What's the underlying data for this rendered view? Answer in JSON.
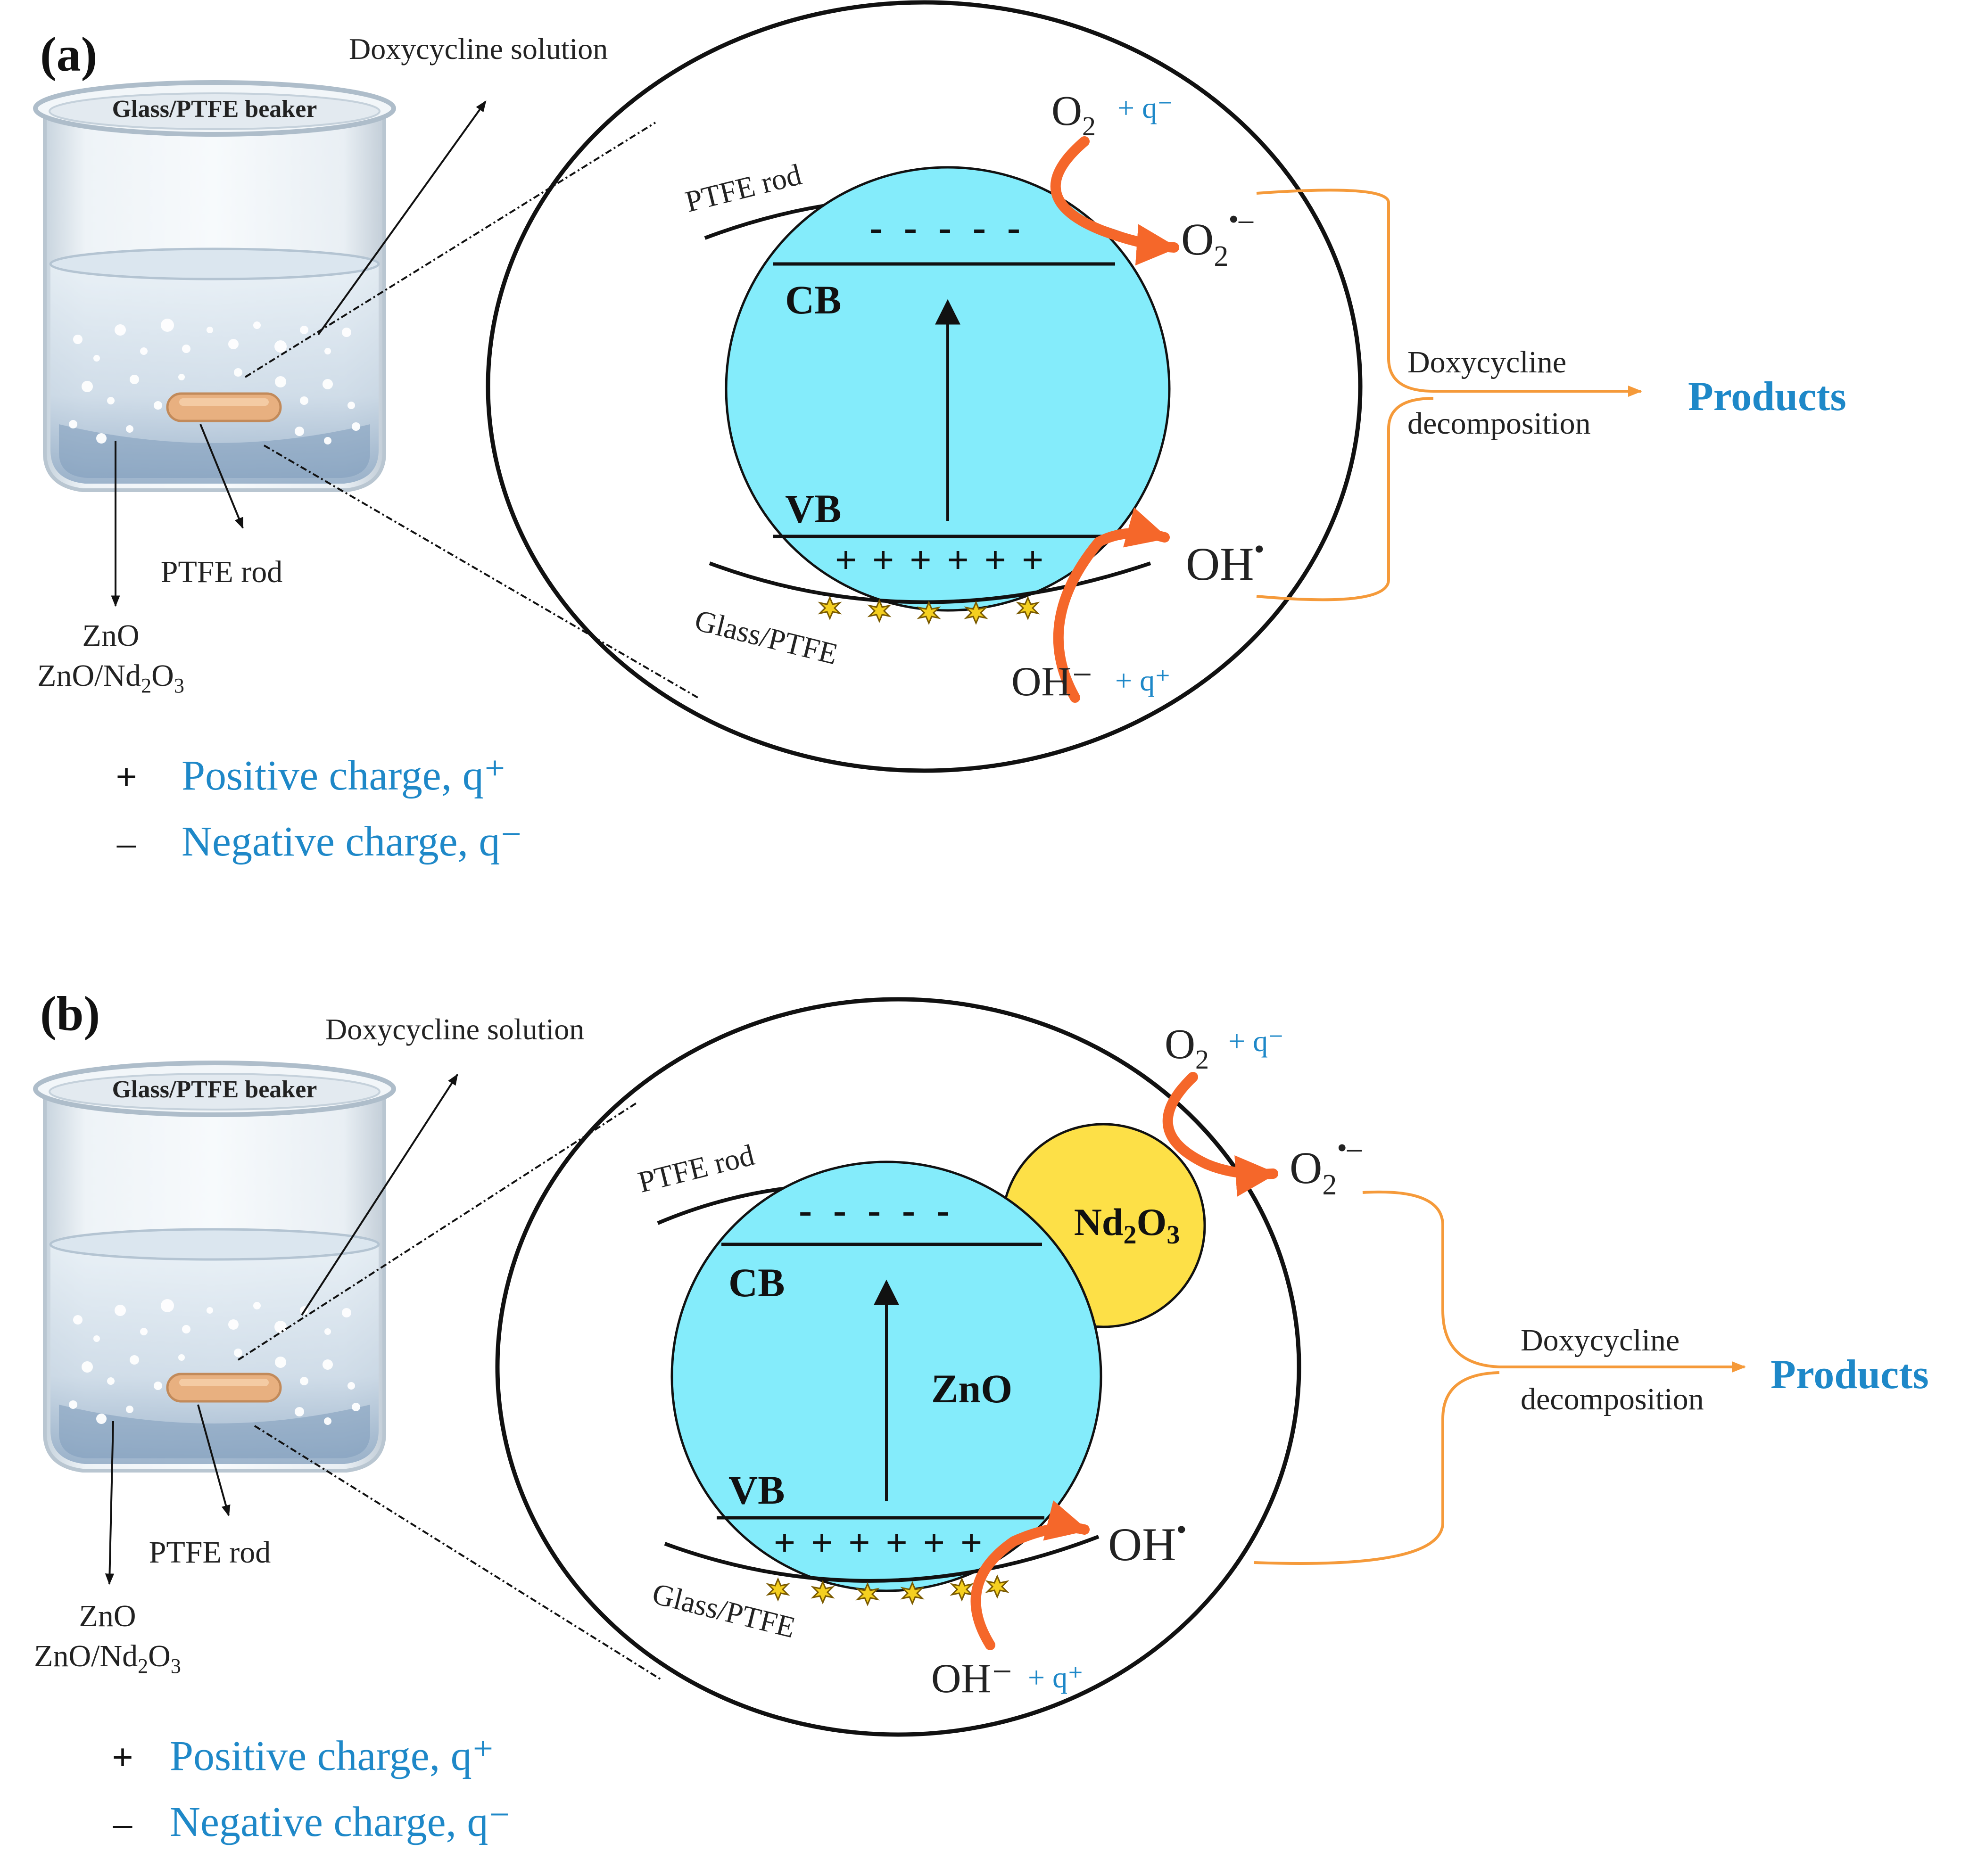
{
  "colors": {
    "semiconductor_fill": "#84ecfb",
    "nd2o3_fill": "#fde047",
    "accent_blue": "#1e88c8",
    "arrow_orange": "#f5672a",
    "line_orange": "#f59a3a",
    "rod_fill": "#e8b080",
    "star_fill": "#f5d020"
  },
  "panels": [
    {
      "tag": "(a)",
      "beaker_label": "Glass/PTFE beaker",
      "solution_label": "Doxycycline solution",
      "rod_label": "PTFE rod",
      "powder_label_1": "ZnO",
      "powder_label_2_main": "ZnO/Nd",
      "powder_label_2_sub1": "2",
      "powder_label_2_mid": "O",
      "powder_label_2_sub2": "3",
      "ptfe_rod_label": "PTFE rod",
      "glass_label": "Glass/PTFE",
      "cb_label": "CB",
      "vb_label": "VB",
      "cb_charges": "- - - - -",
      "vb_charges": "+ + + + + +",
      "o2_main": "O",
      "o2_sub": "2",
      "o2_charge": "+ q⁻",
      "superoxide_main": "O",
      "superoxide_sub": "2",
      "superoxide_sup": "•–",
      "hydroxyl_main": "OH",
      "hydroxyl_sup": "•",
      "hydroxide_main": "OH⁻",
      "hydroxide_charge": "+ q⁺",
      "decomp_line1": "Doxycycline",
      "decomp_line2": "decomposition",
      "products": "Products",
      "legend_plus_symbol": "+",
      "legend_plus_text": "Positive charge, q⁺",
      "legend_minus_symbol": "–",
      "legend_minus_text": "Negative charge, q⁻"
    },
    {
      "tag": "(b)",
      "beaker_label": "Glass/PTFE beaker",
      "solution_label": "Doxycycline solution",
      "rod_label": "PTFE rod",
      "powder_label_1": "ZnO",
      "powder_label_2_main": "ZnO/Nd",
      "powder_label_2_sub1": "2",
      "powder_label_2_mid": "O",
      "powder_label_2_sub2": "3",
      "ptfe_rod_label": "PTFE rod",
      "glass_label": "Glass/PTFE",
      "cb_label": "CB",
      "vb_label": "VB",
      "zno_label": "ZnO",
      "nd2o3_main": "Nd",
      "nd2o3_sub1": "2",
      "nd2o3_mid": "O",
      "nd2o3_sub2": "3",
      "cb_charges": "- - - - -",
      "vb_charges": "+ + + + + +",
      "o2_main": "O",
      "o2_sub": "2",
      "o2_charge": "+ q⁻",
      "superoxide_main": "O",
      "superoxide_sub": "2",
      "superoxide_sup": "•–",
      "hydroxyl_main": "OH",
      "hydroxyl_sup": "•",
      "hydroxide_main": "OH⁻",
      "hydroxide_charge": "+ q⁺",
      "decomp_line1": "Doxycycline",
      "decomp_line2": "decomposition",
      "products": "Products",
      "legend_plus_symbol": "+",
      "legend_plus_text": "Positive charge, q⁺",
      "legend_minus_symbol": "–",
      "legend_minus_text": "Negative charge, q⁻"
    }
  ]
}
